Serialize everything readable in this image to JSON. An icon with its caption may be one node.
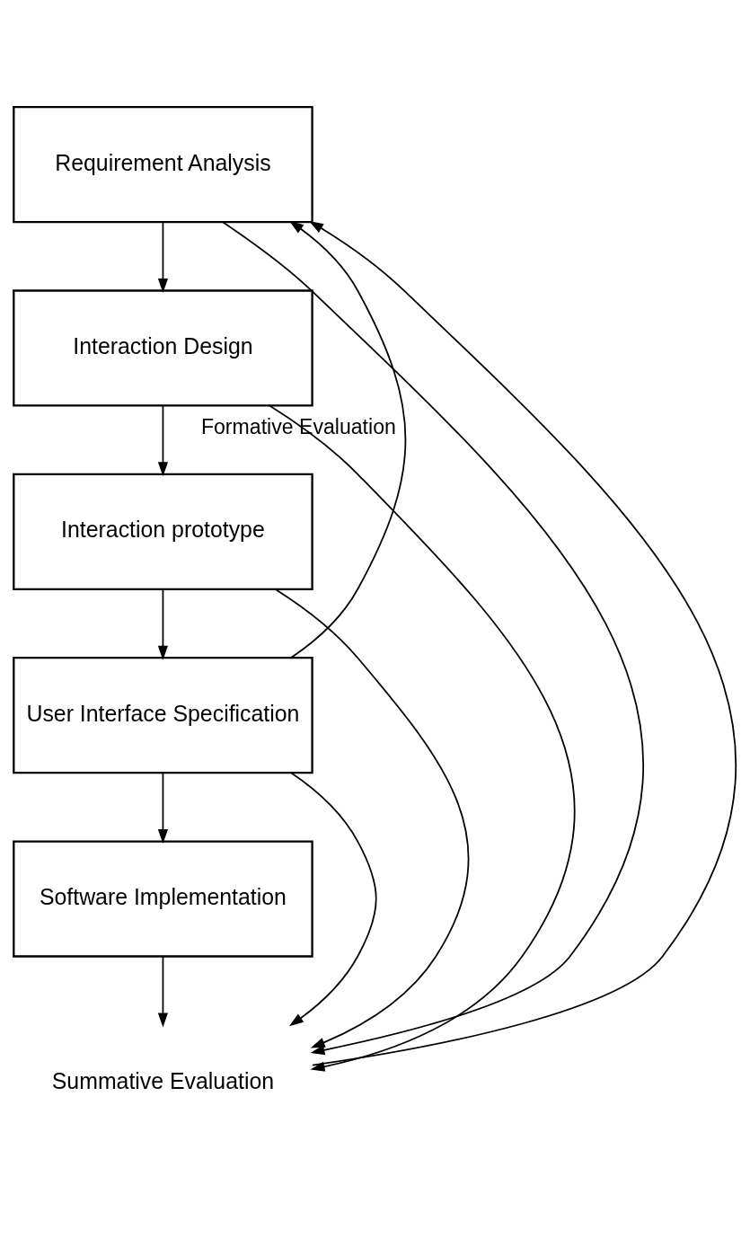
{
  "diagram": {
    "nodes": [
      {
        "text": [
          "Requirement Analysis"
        ]
      },
      {
        "text": [
          "Interaction Design"
        ]
      },
      {
        "text": [
          "Interaction prototype"
        ]
      },
      {
        "text": [
          "User Interface Specification"
        ]
      },
      {
        "text": [
          "Software Implementation"
        ]
      },
      {
        "text": [
          "Summative Evaluation"
        ]
      }
    ],
    "edges": [
      {
        "from": 0,
        "to": 1,
        "arrow": "to"
      },
      {
        "from": 1,
        "to": 2,
        "arrow": "to"
      },
      {
        "from": 2,
        "to": 3,
        "arrow": "to"
      },
      {
        "from": 3,
        "to": 4,
        "arrow": "to"
      },
      {
        "from": 0,
        "to": 5,
        "arrow": "to"
      },
      {
        "from": 1,
        "to": 5,
        "arrow": "to"
      },
      {
        "from": 2,
        "to": 5,
        "arrow": "to"
      },
      {
        "from": 3,
        "to": 5,
        "arrow": "to"
      },
      {
        "from": 4,
        "to": 5,
        "arrow": "to"
      },
      {
        "from": 3,
        "to": 0,
        "arrow": "to",
        "label": "Formative Evaluation"
      },
      {
        "from": 5,
        "to": 0,
        "arrow": "to"
      }
    ]
  }
}
